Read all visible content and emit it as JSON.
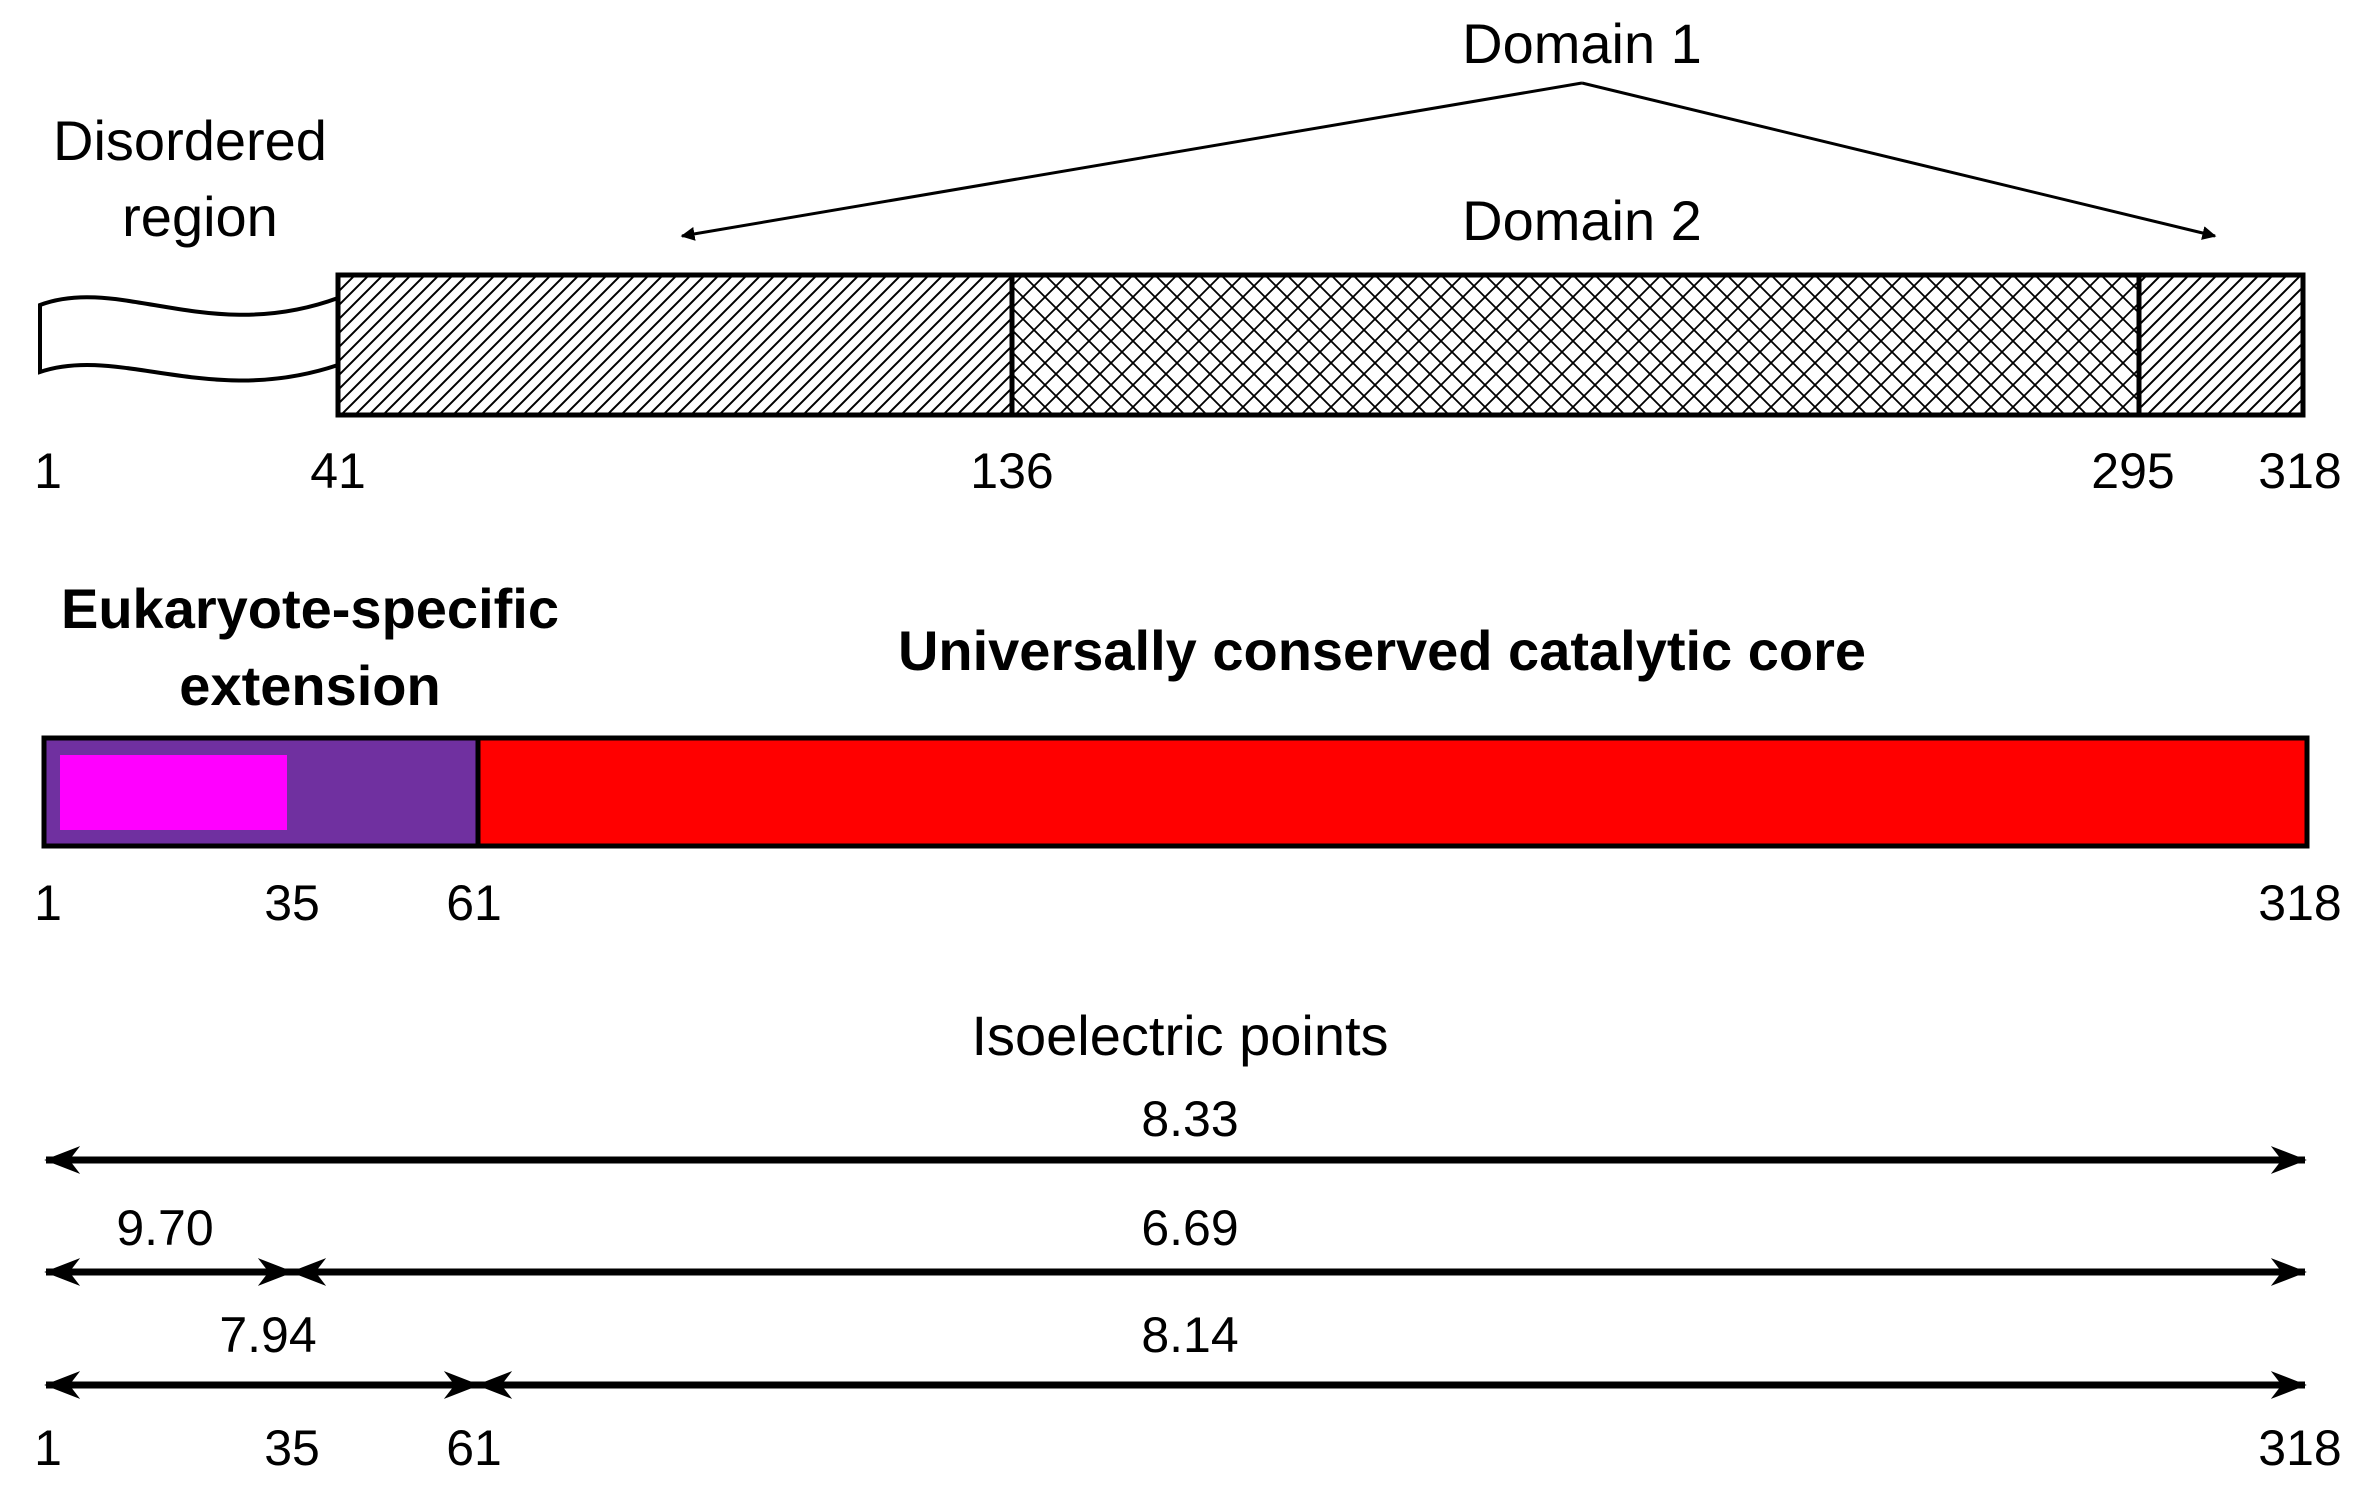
{
  "top_panel": {
    "disordered_label": [
      "Disordered",
      "region"
    ],
    "domain1_label": "Domain 1",
    "domain2_label": "Domain 2",
    "positions": [
      "1",
      "41",
      "136",
      "295",
      "318"
    ]
  },
  "middle_panel": {
    "extension_label": [
      "Eukaryote-specific",
      "extension"
    ],
    "core_label": "Universally conserved catalytic core",
    "positions": [
      "1",
      "35",
      "61",
      "318"
    ],
    "colors": {
      "extension_text": "#7030a0",
      "extension_fill": "#7030a0",
      "extension_highlight": "#ff00ff",
      "core_fill": "#ff0000",
      "core_text": "#ff0000"
    }
  },
  "bottom_panel": {
    "title": "Isoelectric points",
    "row1_value": "8.33",
    "row2_left_value": "9.70",
    "row2_right_value": "6.69",
    "row3_left_value": "7.94",
    "row3_right_value": "8.14",
    "positions": [
      "1",
      "35",
      "61",
      "318"
    ]
  }
}
